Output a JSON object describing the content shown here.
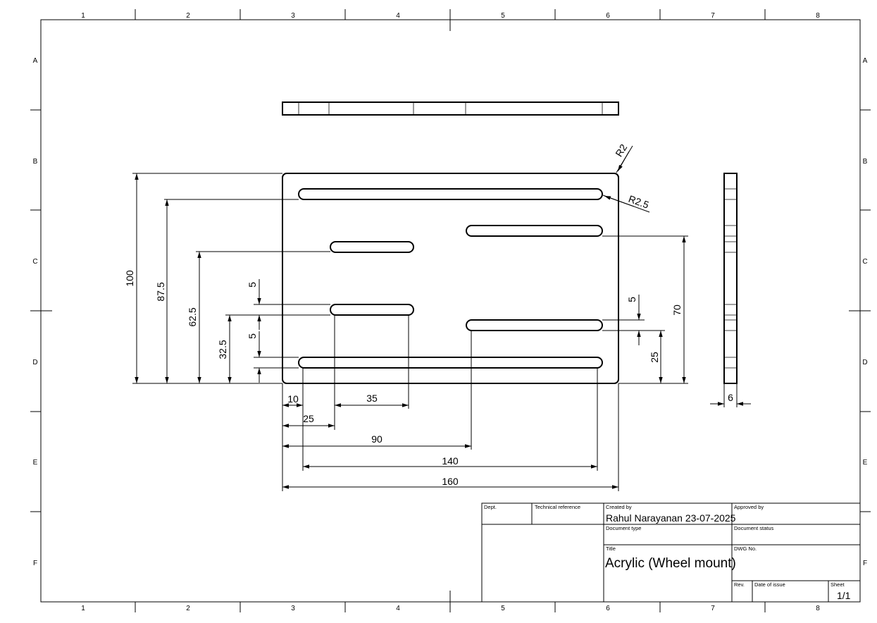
{
  "grid": {
    "columns": [
      "1",
      "2",
      "3",
      "4",
      "5",
      "6",
      "7",
      "8"
    ],
    "rows": [
      "A",
      "B",
      "C",
      "D",
      "E",
      "F"
    ]
  },
  "dimensions": {
    "r_corner": "R2",
    "r_slot": "R2.5",
    "overall_height": "100",
    "h_87_5": "87.5",
    "h_62_5": "62.5",
    "h_32_5": "32.5",
    "slot_width_left_top": "5",
    "slot_width_left_bottom": "5",
    "slot_width_right": "5",
    "h_70": "70",
    "h_25": "25",
    "w_10": "10",
    "w_35": "35",
    "w_25": "25",
    "w_90": "90",
    "w_140": "140",
    "overall_width": "160",
    "thickness": "6"
  },
  "title_block": {
    "dept_label": "Dept.",
    "tech_ref_label": "Technical reference",
    "created_by_label": "Created by",
    "created_by_value": "Rahul Narayanan 23-07-2025",
    "approved_by_label": "Approved by",
    "doc_type_label": "Document type",
    "doc_status_label": "Document status",
    "title_label": "Title",
    "title_value": "Acrylic (Wheel mount)",
    "dwg_label": "DWG No.",
    "rev_label": "Rev.",
    "date_label": "Date of issue",
    "sheet_label": "Sheet",
    "sheet_value": "1/1"
  }
}
